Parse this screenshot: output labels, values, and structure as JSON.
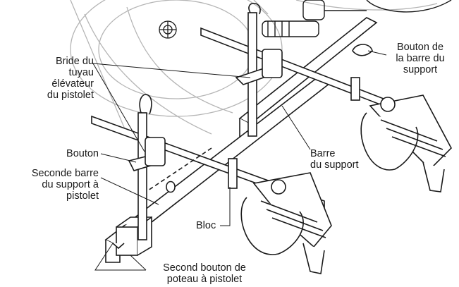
{
  "labels": {
    "bride": [
      "Bride du",
      "tuyau",
      "élévateur",
      "du pistolet"
    ],
    "bouton_barre": [
      "Bouton de",
      "la barre du",
      "support"
    ],
    "barre_support": [
      "Barre",
      "du support"
    ],
    "bouton": [
      "Bouton"
    ],
    "seconde_barre": [
      "Seconde barre",
      "du support à",
      "pistolet"
    ],
    "bloc": [
      "Bloc"
    ],
    "second_bouton": [
      "Second bouton de",
      "poteau à pistolet"
    ]
  },
  "colors": {
    "ink": "#1a1a1a",
    "ghost": "#b5b5b5",
    "background": "#ffffff"
  }
}
